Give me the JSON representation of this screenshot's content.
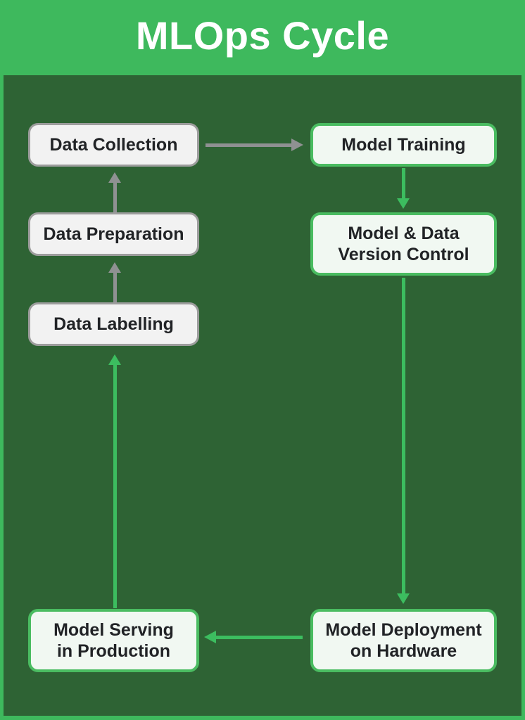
{
  "header": {
    "title": "MLOps Cycle"
  },
  "colors": {
    "frame_and_header_bg": "#3eb95d",
    "panel_bg": "#2e6334",
    "title_text": "#ffffff",
    "gray_node_bg": "#f2f2f2",
    "gray_node_border": "#9d9d9d",
    "green_node_bg": "#f1f8f2",
    "green_node_border": "#4abc61",
    "gray_arrow": "#8f9192",
    "green_arrow": "#3cbd5f",
    "node_text": "#212326"
  },
  "diagram": {
    "nodes": [
      {
        "id": "data-collection",
        "label": "Data Collection",
        "style": "gray"
      },
      {
        "id": "data-preparation",
        "label": "Data Preparation",
        "style": "gray"
      },
      {
        "id": "data-labelling",
        "label": "Data Labelling",
        "style": "gray"
      },
      {
        "id": "model-training",
        "label": "Model Training",
        "style": "green"
      },
      {
        "id": "model-data-version-control",
        "label": "Model & Data\nVersion Control",
        "style": "green"
      },
      {
        "id": "model-deployment-on-hardware",
        "label": "Model Deployment\non Hardware",
        "style": "green"
      },
      {
        "id": "model-serving-in-production",
        "label": "Model Serving\nin Production",
        "style": "green"
      }
    ],
    "edges": [
      {
        "from": "data-collection",
        "to": "model-training",
        "color": "gray",
        "direction": "right"
      },
      {
        "from": "data-preparation",
        "to": "data-collection",
        "color": "gray",
        "direction": "up"
      },
      {
        "from": "data-labelling",
        "to": "data-preparation",
        "color": "gray",
        "direction": "up"
      },
      {
        "from": "model-training",
        "to": "model-data-version-control",
        "color": "green",
        "direction": "down"
      },
      {
        "from": "model-data-version-control",
        "to": "model-deployment-on-hardware",
        "color": "green",
        "direction": "down"
      },
      {
        "from": "model-deployment-on-hardware",
        "to": "model-serving-in-production",
        "color": "green",
        "direction": "left"
      },
      {
        "from": "model-serving-in-production",
        "to": "data-labelling",
        "color": "green",
        "direction": "up"
      }
    ]
  }
}
